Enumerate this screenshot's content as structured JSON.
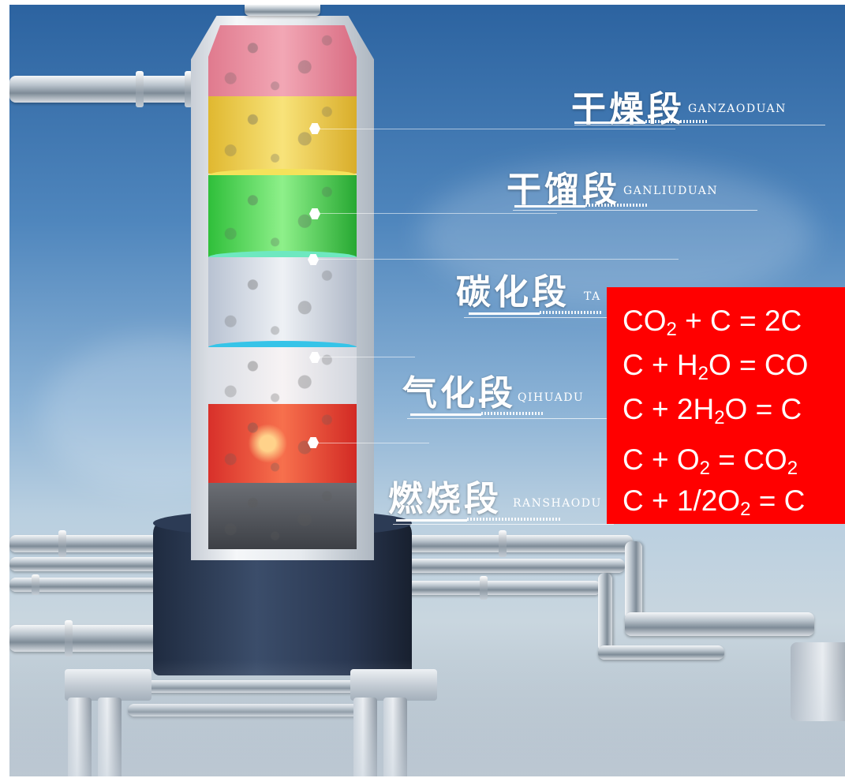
{
  "stages": [
    {
      "name": "干燥段",
      "pinyin": "GANZAODUAN"
    },
    {
      "name": "干馏段",
      "pinyin": "GANLIUDUAN"
    },
    {
      "name": "碳化段",
      "pinyin": "TA"
    },
    {
      "name": "气化段",
      "pinyin": "QIHUADU"
    },
    {
      "name": "燃烧段",
      "pinyin": "RANSHAODU"
    }
  ],
  "equations": [
    {
      "parts": [
        "CO",
        "2",
        " + C = 2C"
      ]
    },
    {
      "parts": [
        "C + H",
        "2",
        "O = CO"
      ]
    },
    {
      "parts": [
        "C + 2H",
        "2",
        "O = C"
      ]
    },
    {
      "parts": [
        "C + O",
        "2",
        " = CO",
        "2"
      ]
    },
    {
      "parts": [
        "C + 1/2O",
        "2",
        " = C"
      ]
    }
  ],
  "colors": {
    "equation_box": "#ff0000",
    "label_text": "#ffffff",
    "zone_drying": "#f2d24a",
    "zone_pyrolysis": "#4bd44b",
    "zone_carbonization": "#d8dde6",
    "zone_gasification": "#eef0f3",
    "zone_combustion": "#f04a3a",
    "zone_top": "#e88a9a"
  }
}
